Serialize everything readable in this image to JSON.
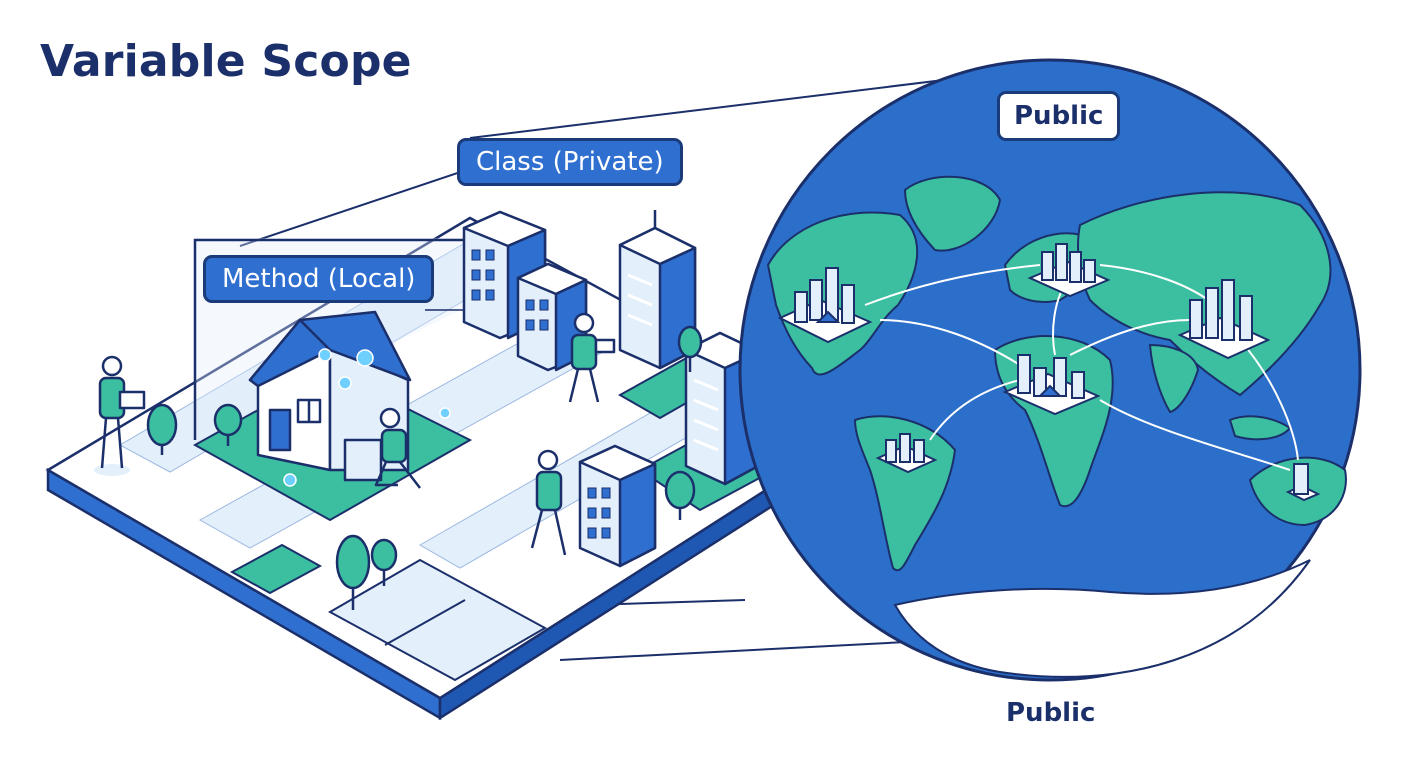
{
  "title": "Variable Scope",
  "labels": {
    "method": "Method (Local)",
    "class": "Class (Private)",
    "public_globe": "Public",
    "public_bottom": "Public"
  },
  "colors": {
    "navy": "#1b2f6b",
    "outline": "#1b3a7a",
    "primary_blue": "#2f6fd0",
    "ocean": "#2c6fca",
    "land_green": "#3bbfa0",
    "light_blue": "#e3effb",
    "white": "#ffffff"
  },
  "icons": [
    "house-icon",
    "person-icon",
    "tree-icon",
    "building-icon",
    "globe-icon",
    "city-icon",
    "arrow-icon",
    "sparkle-icon"
  ]
}
